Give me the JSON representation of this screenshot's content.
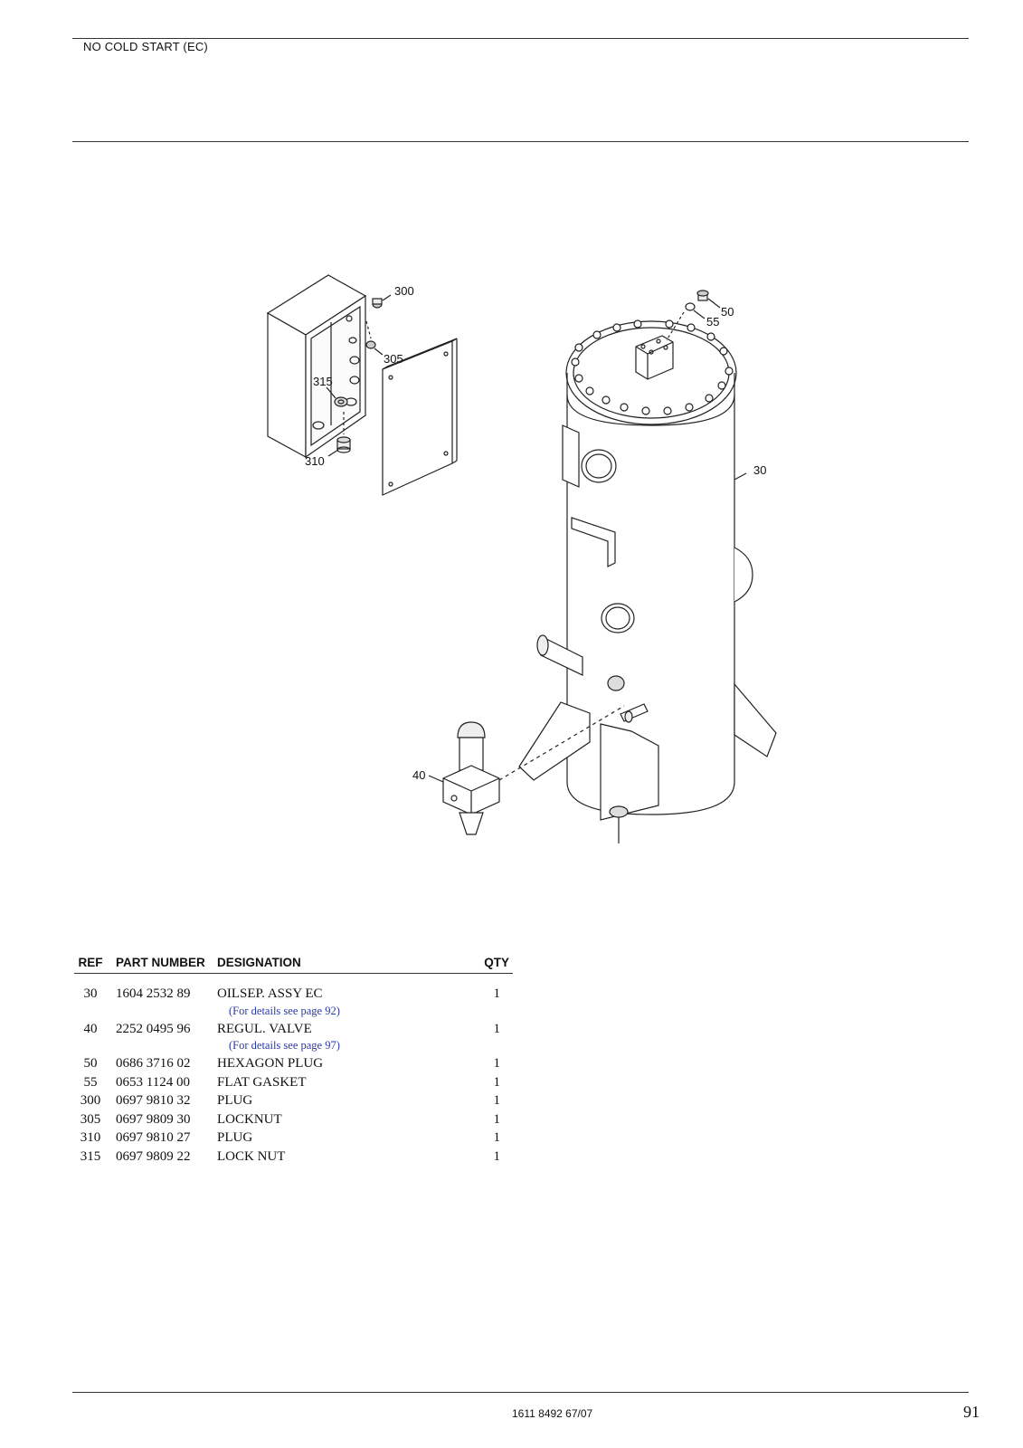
{
  "header": {
    "title": "NO COLD START (EC)"
  },
  "table": {
    "headers": {
      "ref": "REF",
      "part_number": "PART NUMBER",
      "designation": "DESIGNATION",
      "qty": "QTY"
    },
    "rows": [
      {
        "ref": "30",
        "part_number": "1604 2532 89",
        "designation": "OILSEP. ASSY EC",
        "qty": "1",
        "detail": "(For details see page 92)"
      },
      {
        "ref": "40",
        "part_number": "2252 0495 96",
        "designation": "REGUL. VALVE",
        "qty": "1",
        "detail": "(For details see page 97)"
      },
      {
        "ref": "50",
        "part_number": "0686 3716 02",
        "designation": "HEXAGON PLUG",
        "qty": "1"
      },
      {
        "ref": "55",
        "part_number": "0653 1124 00",
        "designation": "FLAT GASKET",
        "qty": "1"
      },
      {
        "ref": "300",
        "part_number": "0697 9810 32",
        "designation": "PLUG",
        "qty": "1"
      },
      {
        "ref": "305",
        "part_number": "0697 9809 30",
        "designation": "LOCKNUT",
        "qty": "1"
      },
      {
        "ref": "310",
        "part_number": "0697 9810 27",
        "designation": "PLUG",
        "qty": "1"
      },
      {
        "ref": "315",
        "part_number": "0697 9809 22",
        "designation": "LOCK NUT",
        "qty": "1"
      }
    ]
  },
  "drawing": {
    "callouts": [
      "300",
      "305",
      "315",
      "310",
      "50",
      "55",
      "30",
      "40"
    ]
  },
  "footer": {
    "doc_number": "1611 8492 67/07",
    "page_number": "91"
  }
}
